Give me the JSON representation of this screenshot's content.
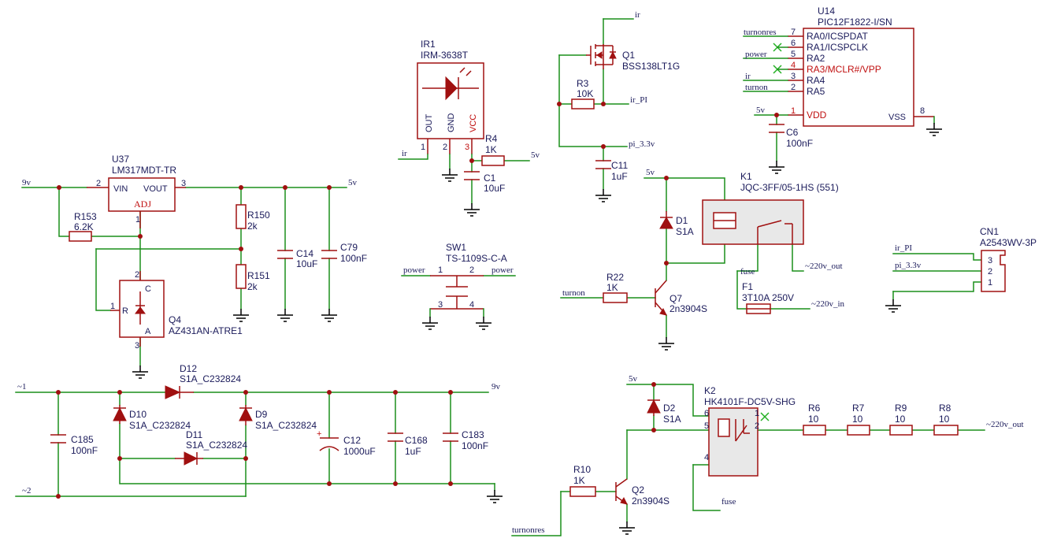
{
  "nets": {
    "v9_left": "9v",
    "v5_u37": "5v",
    "ir_in": "ir",
    "v5_r4": "5v",
    "ir_q1": "ir",
    "ir_pi": "ir_PI",
    "pi_33": "pi_3.3v",
    "turnonres_u14": "turnonres",
    "power_u14": "power",
    "ir_u14": "ir",
    "turnon_u14": "turnon",
    "v5_u14": "5v",
    "v5_k1": "5v",
    "v220_out_k1": "~220v_out",
    "fuse_k1": "fuse",
    "v220_in": "~220v_in",
    "turnon_q7": "turnon",
    "power_sw_l": "power",
    "power_sw_r": "power",
    "cn1_irpi": "ir_PI",
    "cn1_pi33": "pi_3.3v",
    "ac1": "~1",
    "ac2": "~2",
    "v9_bridge": "9v",
    "v5_k2": "5v",
    "v220_out_k2": "~220v_out",
    "fuse_k2": "fuse",
    "turnonres_q2": "turnonres"
  },
  "components": {
    "u37": {
      "ref": "U37",
      "value": "LM317MDT-TR",
      "pins": {
        "vin": "VIN",
        "vout": "VOUT",
        "adj": "ADJ",
        "n1": "1",
        "n2": "2",
        "n3": "3"
      }
    },
    "r153": {
      "ref": "R153",
      "value": "6.2K"
    },
    "r150": {
      "ref": "R150",
      "value": "2k"
    },
    "r151": {
      "ref": "R151",
      "value": "2k"
    },
    "c14": {
      "ref": "C14",
      "value": "10uF"
    },
    "c79": {
      "ref": "C79",
      "value": "100nF"
    },
    "q4": {
      "ref": "Q4",
      "value": "AZ431AN-ATRE1",
      "pins": {
        "r": "R",
        "c": "C",
        "a": "A",
        "n1": "1",
        "n2": "2",
        "n3": "3"
      }
    },
    "ir1": {
      "ref": "IR1",
      "value": "IRM-3638T",
      "pins": {
        "out": "OUT",
        "gnd": "GND",
        "vcc": "VCC",
        "n1": "1",
        "n2": "2",
        "n3": "3"
      }
    },
    "r4": {
      "ref": "R4",
      "value": "1K"
    },
    "c1": {
      "ref": "C1",
      "value": "10uF"
    },
    "sw1": {
      "ref": "SW1",
      "value": "TS-1109S-C-A",
      "pins": {
        "n1": "1",
        "n2": "2",
        "n3": "3",
        "n4": "4"
      }
    },
    "q1": {
      "ref": "Q1",
      "value": "BSS138LT1G"
    },
    "r3": {
      "ref": "R3",
      "value": "10K"
    },
    "c11": {
      "ref": "C11",
      "value": "1uF"
    },
    "u14": {
      "ref": "U14",
      "value": "PIC12F1822-I/SN",
      "left_pins": [
        {
          "num": "7",
          "name": "RA0/ICSPDAT",
          "nc": false
        },
        {
          "num": "6",
          "name": "RA1/ICSPCLK",
          "nc": true
        },
        {
          "num": "5",
          "name": "RA2",
          "nc": false
        },
        {
          "num": "4",
          "name": "RA3/MCLR#/VPP",
          "nc": true
        },
        {
          "num": "3",
          "name": "RA4",
          "nc": false
        },
        {
          "num": "2",
          "name": "RA5",
          "nc": false
        },
        {
          "num": "1",
          "name": "VDD",
          "nc": false
        }
      ],
      "vss_name": "VSS",
      "vss_num": "8"
    },
    "c6": {
      "ref": "C6",
      "value": "100nF"
    },
    "k1": {
      "ref": "K1",
      "value": "JQC-3FF/05-1HS (551)"
    },
    "d1": {
      "ref": "D1",
      "value": "S1A"
    },
    "r22": {
      "ref": "R22",
      "value": "1K"
    },
    "q7": {
      "ref": "Q7",
      "value": "2n3904S"
    },
    "f1": {
      "ref": "F1",
      "value": "3T10A 250V"
    },
    "cn1": {
      "ref": "CN1",
      "value": "A2543WV-3P",
      "pins": {
        "n3": "3",
        "n2": "2",
        "n1": "1"
      }
    },
    "d12": {
      "ref": "D12",
      "value": "S1A_C232824"
    },
    "d10": {
      "ref": "D10",
      "value": "S1A_C232824"
    },
    "d9": {
      "ref": "D9",
      "value": "S1A_C232824"
    },
    "d11": {
      "ref": "D11",
      "value": "S1A_C232824"
    },
    "c185": {
      "ref": "C185",
      "value": "100nF"
    },
    "c12": {
      "ref": "C12",
      "value": "1000uF",
      "plus": "+"
    },
    "c168": {
      "ref": "C168",
      "value": "1uF"
    },
    "c183": {
      "ref": "C183",
      "value": "100nF"
    },
    "k2": {
      "ref": "K2",
      "value": "HK4101F-DC5V-SHG",
      "pins": {
        "n6": "6",
        "n1": "1",
        "n5": "5",
        "n2": "2",
        "n4": "4"
      }
    },
    "d2": {
      "ref": "D2",
      "value": "S1A"
    },
    "r10": {
      "ref": "R10",
      "value": "1K"
    },
    "q2": {
      "ref": "Q2",
      "value": "2n3904S"
    },
    "r6": {
      "ref": "R6",
      "value": "10"
    },
    "r7": {
      "ref": "R7",
      "value": "10"
    },
    "r9": {
      "ref": "R9",
      "value": "10"
    },
    "r8": {
      "ref": "R8",
      "value": "10"
    }
  },
  "colors": {
    "wire": "#1a8f1a",
    "component": "#a01010",
    "label": "#1a1a5a",
    "background": "#ffffff",
    "no_connect": "#23b023"
  }
}
